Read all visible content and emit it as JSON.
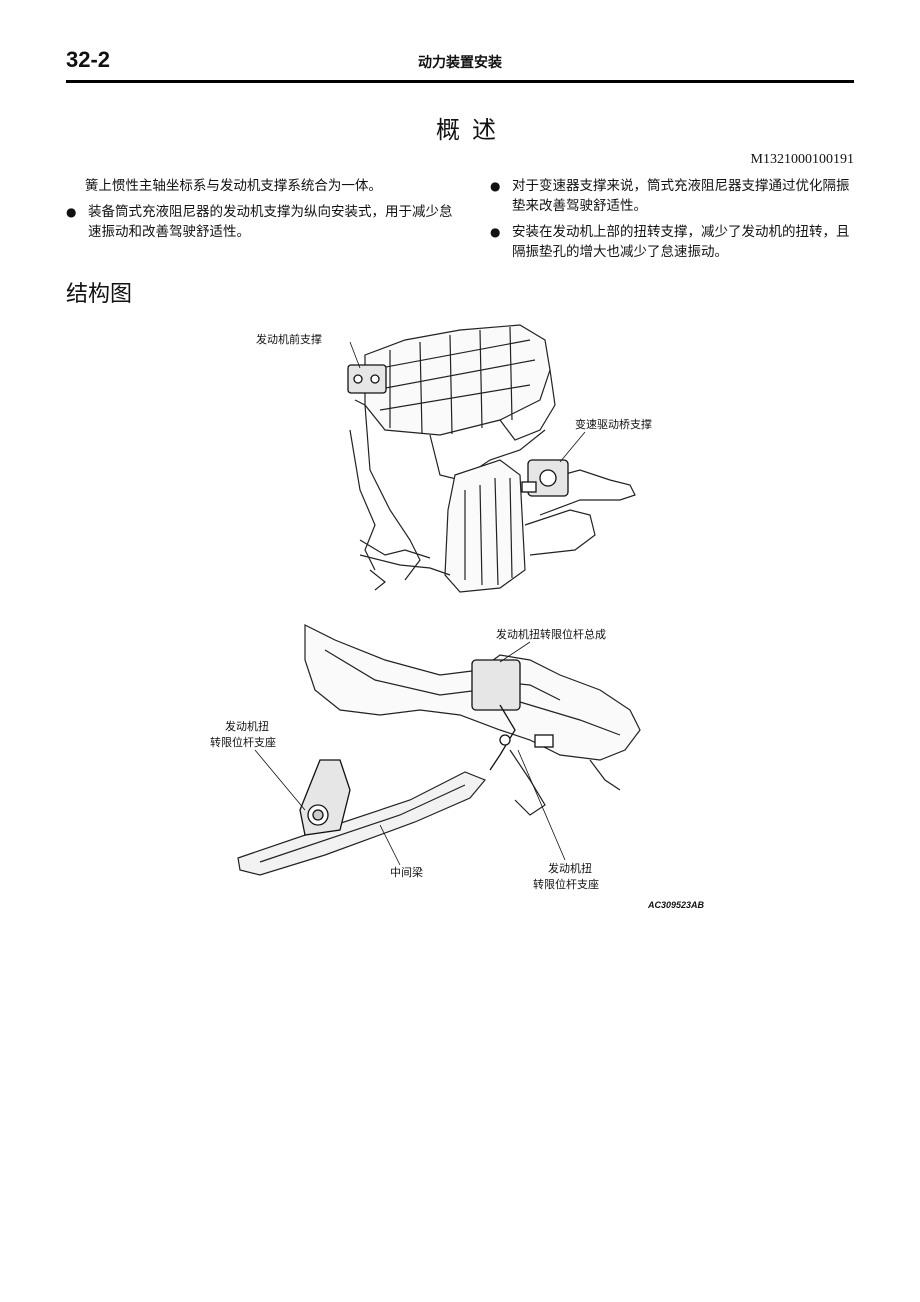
{
  "header": {
    "page_number": "32-2",
    "section_title": "动力装置安装"
  },
  "main_title": "概述",
  "doc_id": "M1321000100191",
  "left_column": {
    "paragraph": "簧上惯性主轴坐标系与发动机支撑系统合为一体。",
    "bullets": [
      "装备筒式充液阻尼器的发动机支撑为纵向安装式，用于减少怠速振动和改善驾驶舒适性。"
    ]
  },
  "right_column": {
    "bullets": [
      "对于变速器支撑来说，筒式充液阻尼器支撑通过优化隔振垫来改善驾驶舒适性。",
      "安装在发动机上部的扭转支撑，减少了发动机的扭转，且隔振垫孔的增大也减少了怠速振动。"
    ]
  },
  "section_heading": "结构图",
  "figure": {
    "callouts": {
      "engine_front_mount": "发动机前支撑",
      "transaxle_mount": "变速驱动桥支撑",
      "torque_rod_assembly": "发动机扭转限位杆总成",
      "torque_rod_bracket_left_1": "发动机扭",
      "torque_rod_bracket_left_2": "转限位杆支座",
      "center_member": "中间梁",
      "torque_rod_bracket_right_1": "发动机扭",
      "torque_rod_bracket_right_2": "转限位杆支座"
    },
    "ref_code": "AC309523AB"
  }
}
